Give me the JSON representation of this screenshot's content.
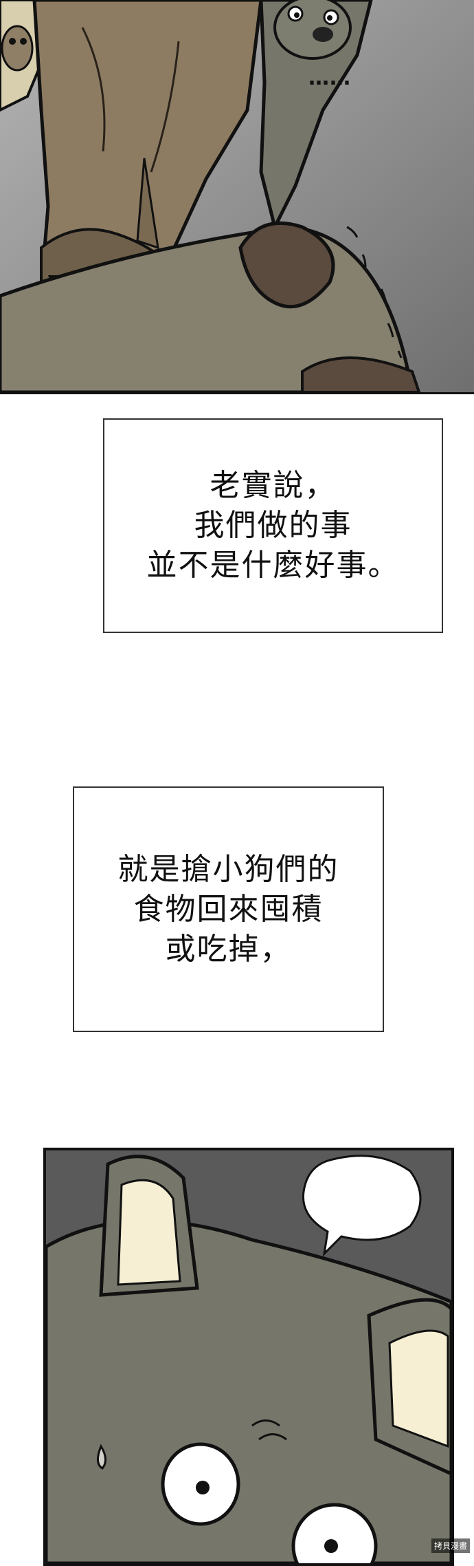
{
  "caption_1": {
    "lines": [
      "老實說，",
      "我們做的事",
      "並不是什麼好事。"
    ]
  },
  "caption_2": {
    "lines": [
      "就是搶小狗們的",
      "食物回來囤積",
      "或吃掉，"
    ]
  },
  "speech_bubble": {
    "text": "……"
  },
  "watermark": {
    "text": "拷貝漫畫"
  },
  "colors": {
    "background": "#ffffff",
    "sky_gray": "#8a8a8a",
    "dog_tan": "#8d7c62",
    "dog_gray": "#76766a",
    "dog_brown": "#5b4a3e",
    "ink": "#111111"
  }
}
